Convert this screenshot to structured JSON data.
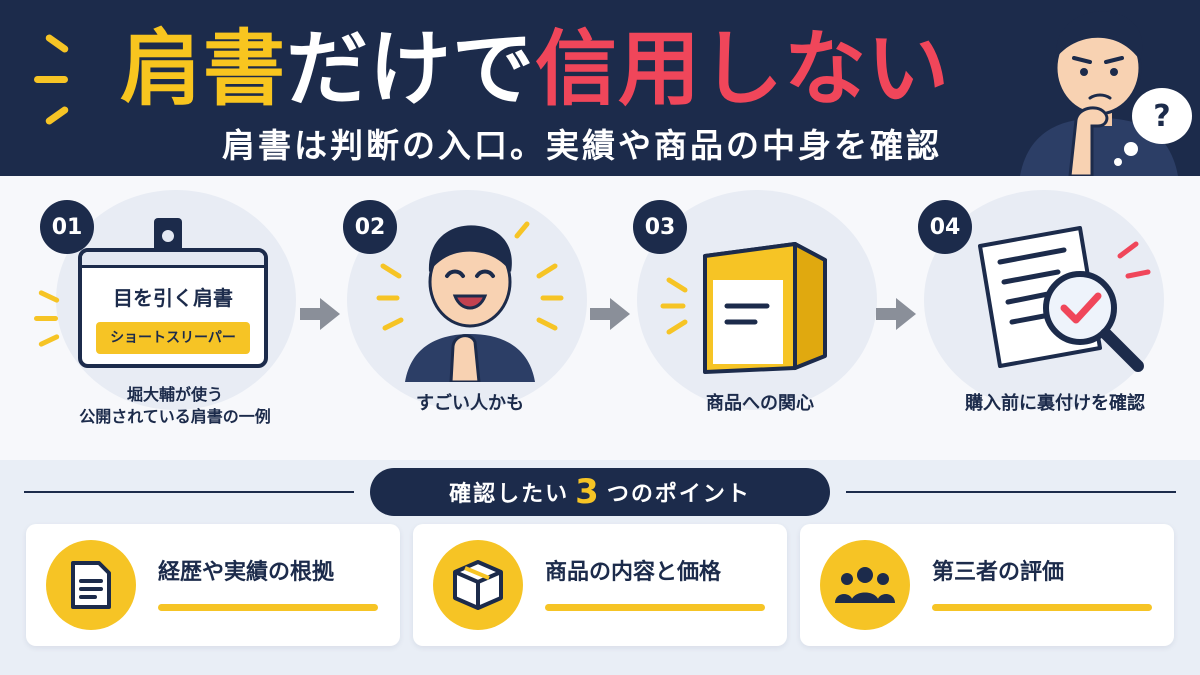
{
  "header": {
    "title_part1": "肩書",
    "title_part2": "だけで",
    "title_part3": "信用しない",
    "subtitle": "肩書は判断の入口。実績や商品の中身を確認",
    "question_mark": "?"
  },
  "steps": [
    {
      "number": "01",
      "caption_line1": "堀大輔が使う",
      "caption_line2": "公開されている肩書の一例",
      "badge_title": "目を引く肩書",
      "badge_label": "ショートスリーパー"
    },
    {
      "number": "02",
      "caption_line1": "すごい人かも"
    },
    {
      "number": "03",
      "caption_line1": "商品への関心"
    },
    {
      "number": "04",
      "caption_line1": "購入前に裏付けを確認"
    }
  ],
  "points": {
    "heading_before": "確認したい",
    "heading_number": "3",
    "heading_after": "つのポイント",
    "cards": [
      {
        "label": "経歴や実績の根拠",
        "icon": "document-icon"
      },
      {
        "label": "商品の内容と価格",
        "icon": "box-icon"
      },
      {
        "label": "第三者の評価",
        "icon": "people-icon"
      }
    ]
  },
  "colors": {
    "navy": "#1c2b4b",
    "yellow": "#f6c425",
    "red": "#f0465a",
    "white": "#ffffff"
  }
}
